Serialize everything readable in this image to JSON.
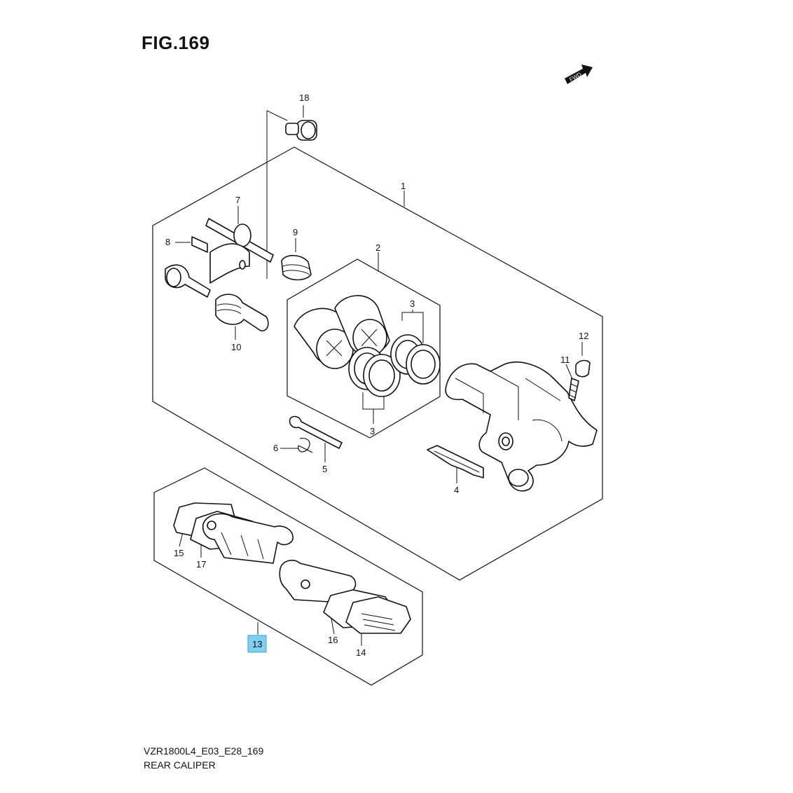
{
  "figure": {
    "title": "FIG.169",
    "fwd_label": "FWD",
    "model_code": "VZR1800L4_E03_E28_169",
    "section_name": "REAR CALIPER"
  },
  "callouts": {
    "c1": "1",
    "c2": "2",
    "c3a": "3",
    "c3b": "3",
    "c4": "4",
    "c5": "5",
    "c6": "6",
    "c7": "7",
    "c8": "8",
    "c9": "9",
    "c10": "10",
    "c11": "11",
    "c12": "12",
    "c13": "13",
    "c14": "14",
    "c15": "15",
    "c16": "16",
    "c17": "17",
    "c18": "18"
  },
  "highlight": {
    "part": "13",
    "color": "#7fd0f0"
  }
}
